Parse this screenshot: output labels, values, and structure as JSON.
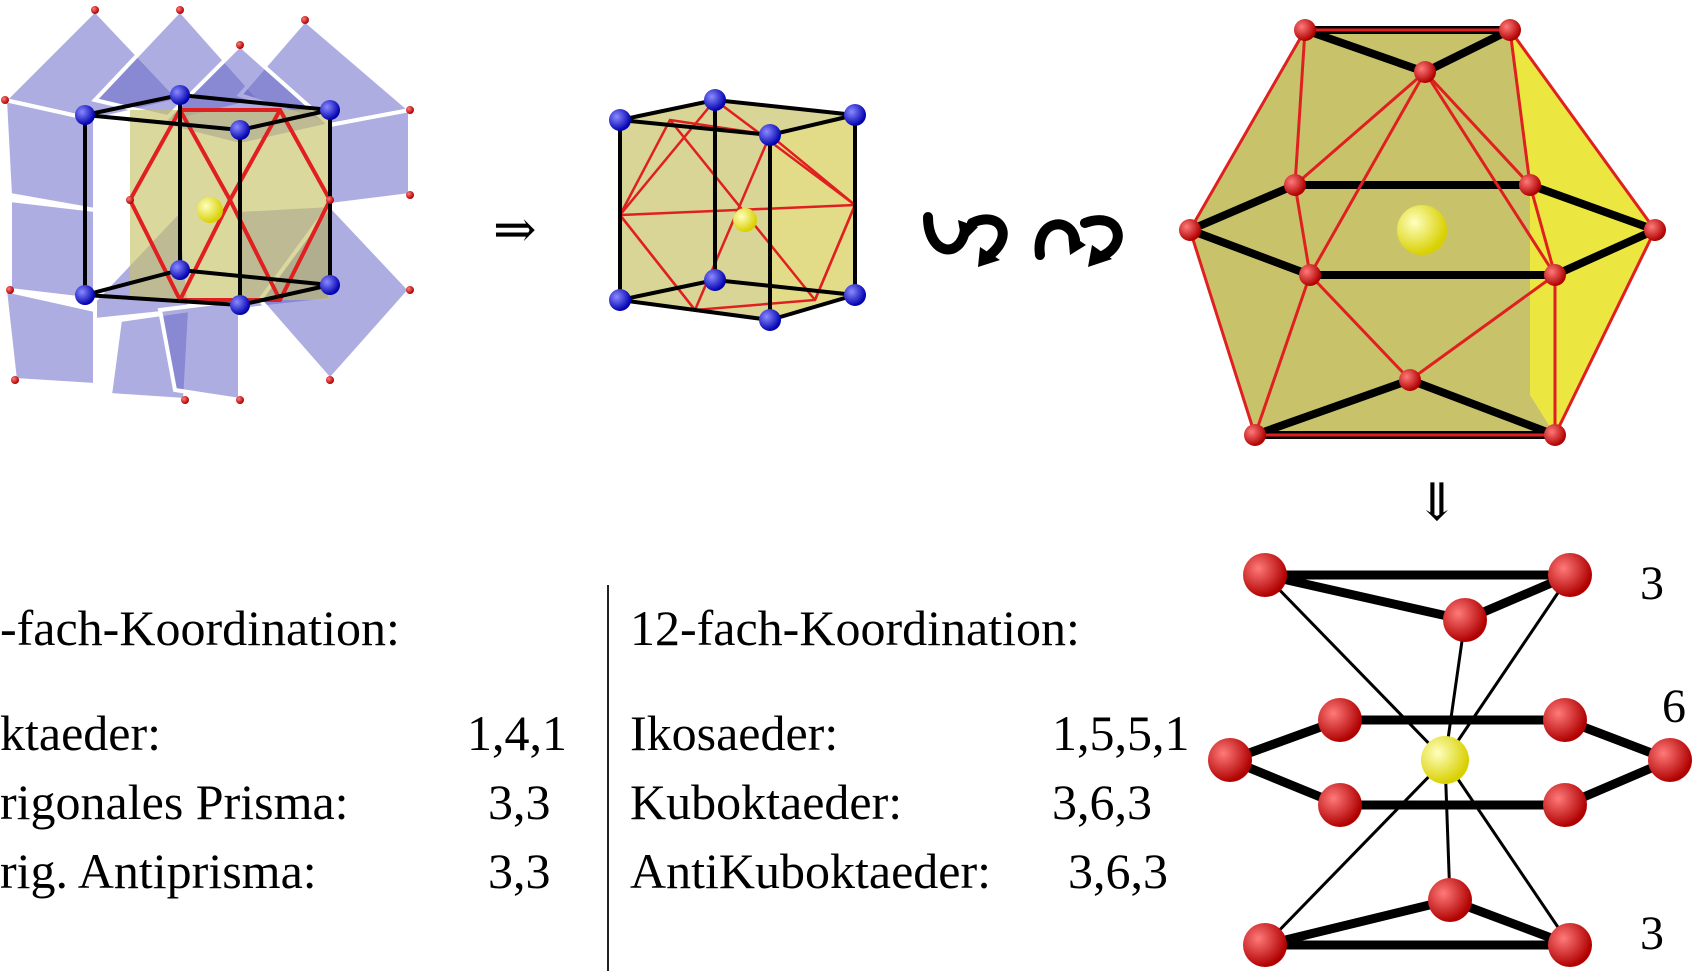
{
  "arrows": {
    "right_arrow": "⇒",
    "down_arrow": "⇓"
  },
  "left_panel": {
    "heading": "-fach-Koordination:",
    "rows": [
      {
        "name": "ktaeder:",
        "value": "1,4,1"
      },
      {
        "name": "rigonales Prisma:",
        "value": "3,3"
      },
      {
        "name": "rig. Antiprisma:",
        "value": "3,3"
      }
    ]
  },
  "right_panel": {
    "heading": "12-fach-Koordination:",
    "rows": [
      {
        "name": "Ikosaeder:",
        "value": "1,5,5,1"
      },
      {
        "name": "Kuboktaeder:",
        "value": "3,6,3"
      },
      {
        "name": "AntiKuboktaeder:",
        "value": "3,6,3"
      }
    ]
  },
  "layer_labels": [
    "3",
    "6",
    "3"
  ],
  "colors": {
    "octahedra": "#6a6ac8",
    "polyhedron_face": "#c8c36a",
    "polyhedron_edge": "#e02020",
    "frame_edge": "#000000",
    "blue_atom": "#1010d0",
    "red_atom": "#d40000",
    "yellow_atom": "#f0e800"
  },
  "icons": [
    "perovskite-octahedra-icon",
    "cuboctahedron-in-cube-icon",
    "twist-arrows-icon",
    "large-cuboctahedron-icon",
    "anticuboctahedron-layers-icon"
  ]
}
